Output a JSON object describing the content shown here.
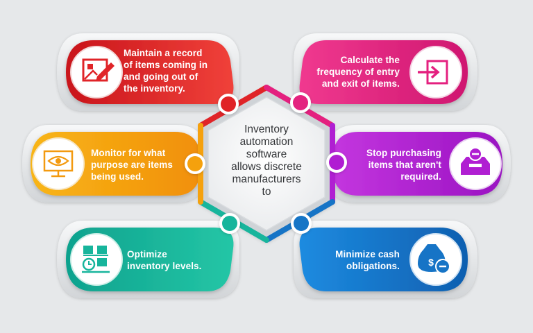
{
  "center": {
    "lines": [
      "Inventory",
      "automation",
      "software",
      "allows discrete",
      "manufacturers",
      "to"
    ]
  },
  "items": [
    {
      "lines": [
        "Maintain a record",
        "of items coming in",
        "and going out of",
        "the inventory."
      ],
      "color": "#e02428",
      "icon": "edit-record-icon"
    },
    {
      "lines": [
        "Calculate the",
        "frequency of entry",
        "and exit of items."
      ],
      "color": "#e4207f",
      "icon": "entry-exit-icon"
    },
    {
      "lines": [
        "Monitor for what",
        "purpose are items",
        "being used."
      ],
      "color": "#f5a10e",
      "icon": "monitor-eye-icon"
    },
    {
      "lines": [
        "Stop purchasing",
        "items that aren't",
        "required."
      ],
      "color": "#b01fd2",
      "icon": "inbox-stop-icon"
    },
    {
      "lines": [
        "Optimize",
        "inventory levels."
      ],
      "color": "#17b59c",
      "icon": "inventory-boxes-icon"
    },
    {
      "lines": [
        "Minimize cash",
        "obligations."
      ],
      "color": "#1674c6",
      "icon": "money-bag-minus-icon"
    }
  ]
}
